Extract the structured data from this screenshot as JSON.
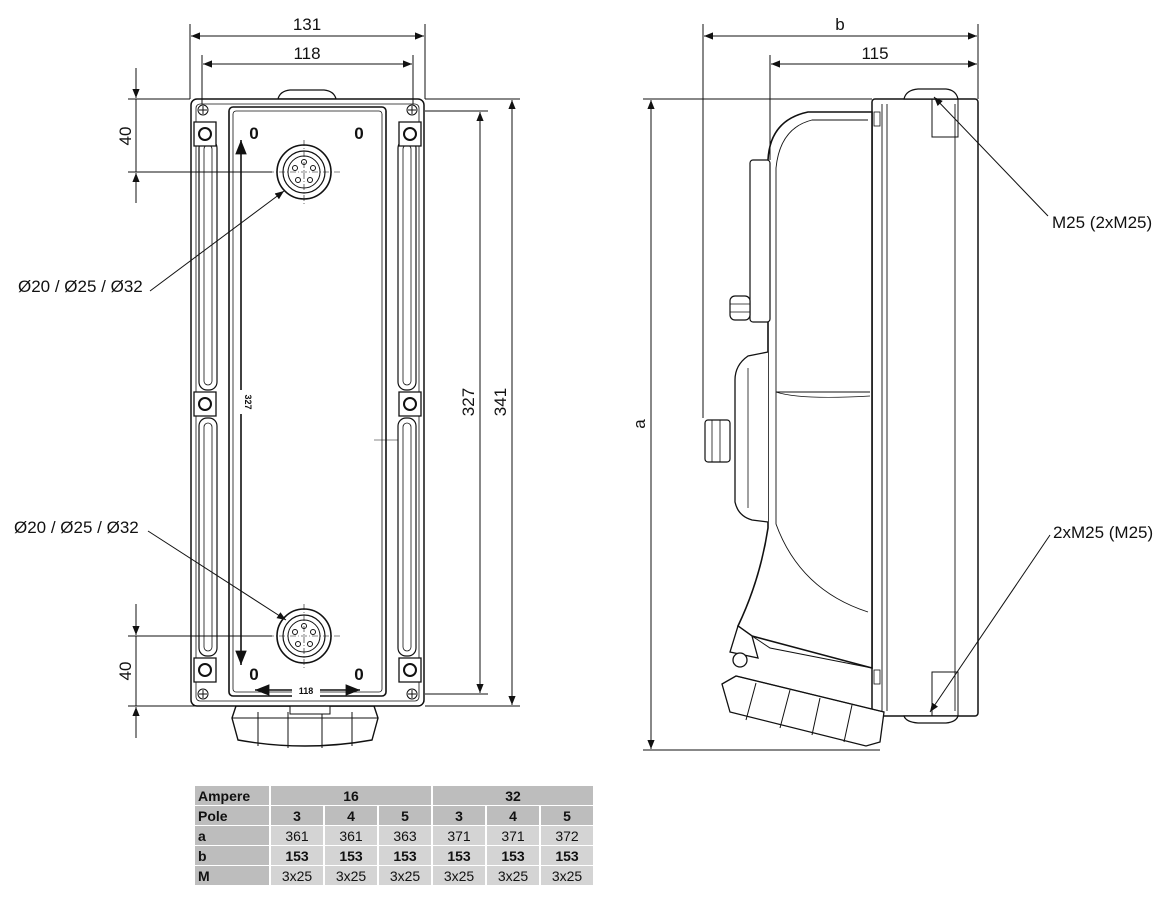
{
  "front_view": {
    "dim_131": "131",
    "dim_118_top": "118",
    "dim_40_top": "40",
    "dim_40_bottom": "40",
    "dim_327": "327",
    "dim_341": "341",
    "inner_dim_327": "327",
    "inner_dim_118": "118",
    "zero_marks": [
      "0",
      "0",
      "0",
      "0"
    ],
    "callout_top": "Ø20 / Ø25 / Ø32",
    "callout_bottom": "Ø20 / Ø25 / Ø32"
  },
  "side_view": {
    "dim_b": "b",
    "dim_115": "115",
    "dim_a": "a",
    "callout_top": "M25 (2xM25)",
    "callout_bottom": "2xM25 (M25)"
  },
  "spec_table": {
    "rows": [
      {
        "label": "Ampere",
        "groups": [
          "16",
          "32"
        ]
      },
      {
        "label": "Pole",
        "values": [
          "3",
          "4",
          "5",
          "3",
          "4",
          "5"
        ]
      },
      {
        "label": "a",
        "values": [
          "361",
          "361",
          "363",
          "371",
          "371",
          "372"
        ]
      },
      {
        "label": "b",
        "values": [
          "153",
          "153",
          "153",
          "153",
          "153",
          "153"
        ]
      },
      {
        "label": "M",
        "values": [
          "3x25",
          "3x25",
          "3x25",
          "3x25",
          "3x25",
          "3x25"
        ]
      }
    ]
  }
}
